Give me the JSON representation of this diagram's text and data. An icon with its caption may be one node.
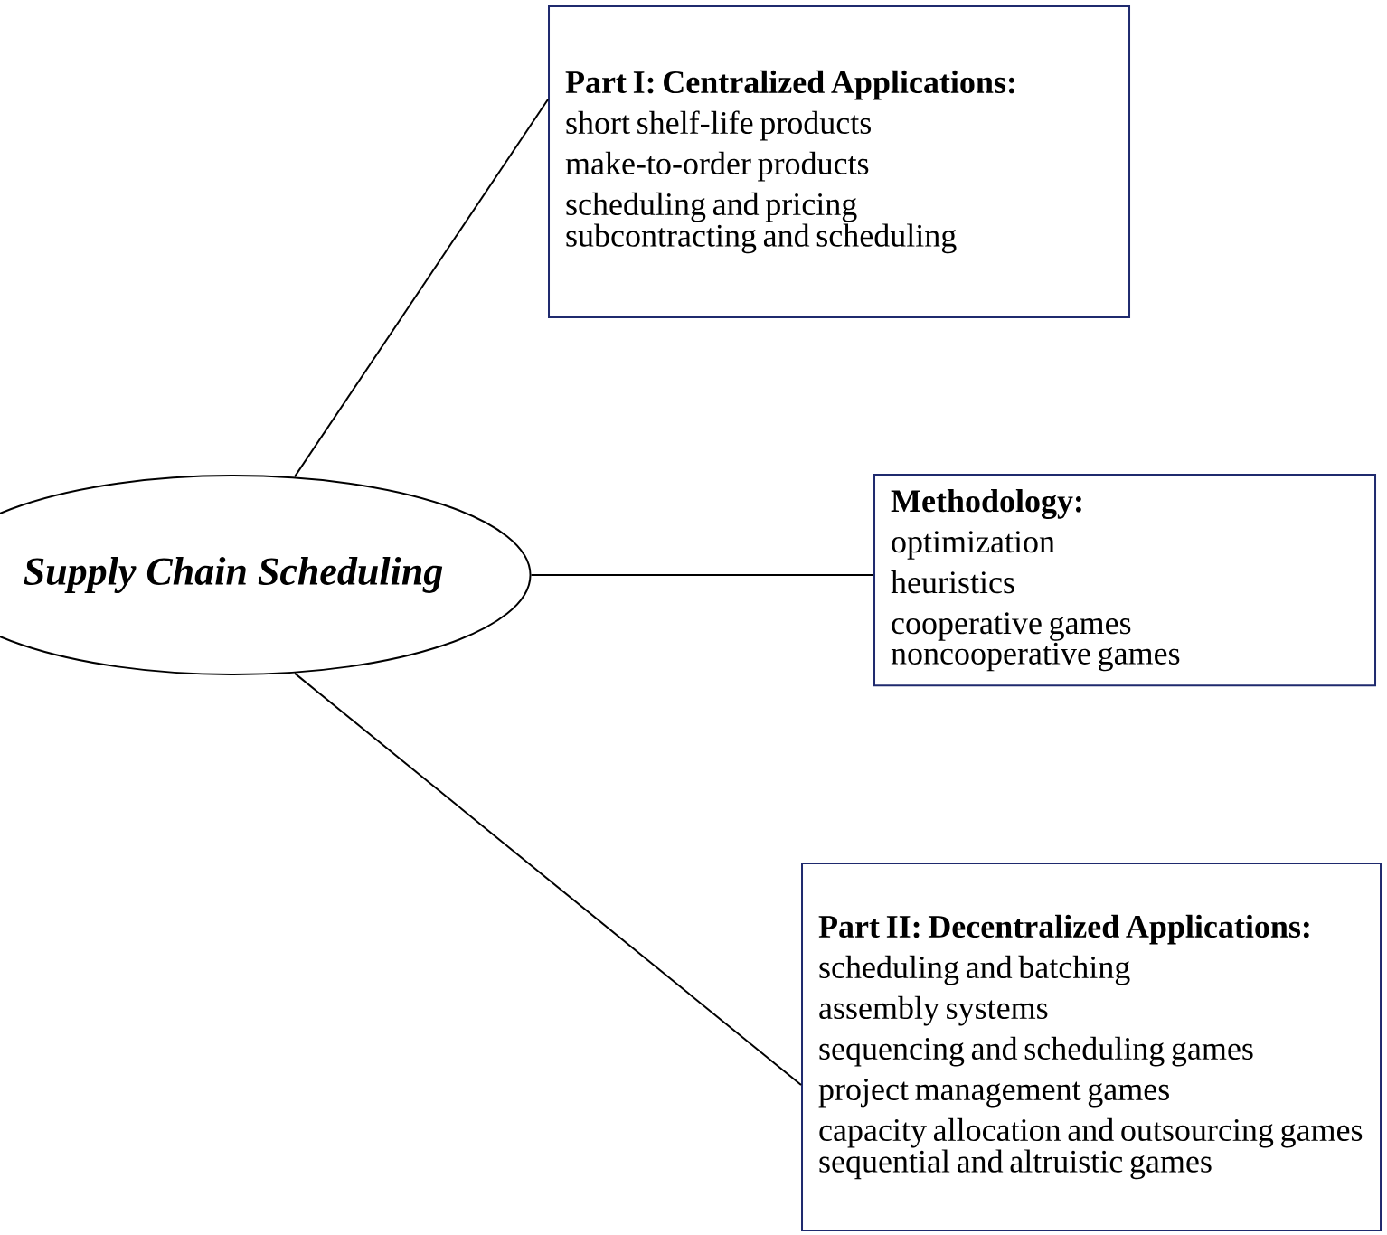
{
  "diagram": {
    "nodes": [
      {
        "text": [
          "Supply Chain Scheduling"
        ]
      },
      {
        "text": [
          "Part I: Centralized Applications:",
          "short shelf-life products",
          "make-to-order products",
          "scheduling and pricing",
          "subcontracting and scheduling"
        ]
      },
      {
        "text": [
          "Methodology:",
          "optimization",
          "heuristics",
          "cooperative games",
          "noncooperative games"
        ]
      },
      {
        "text": [
          "Part II: Decentralized Applications:",
          "scheduling and batching",
          "assembly systems",
          "sequencing and scheduling games",
          "project management games",
          "capacity allocation and outsourcing games",
          "sequential and altruistic games"
        ]
      }
    ],
    "edges": [
      {
        "from": 0,
        "to": 1,
        "arrow": "none"
      },
      {
        "from": 0,
        "to": 2,
        "arrow": "none"
      },
      {
        "from": 0,
        "to": 3,
        "arrow": "none"
      }
    ]
  }
}
